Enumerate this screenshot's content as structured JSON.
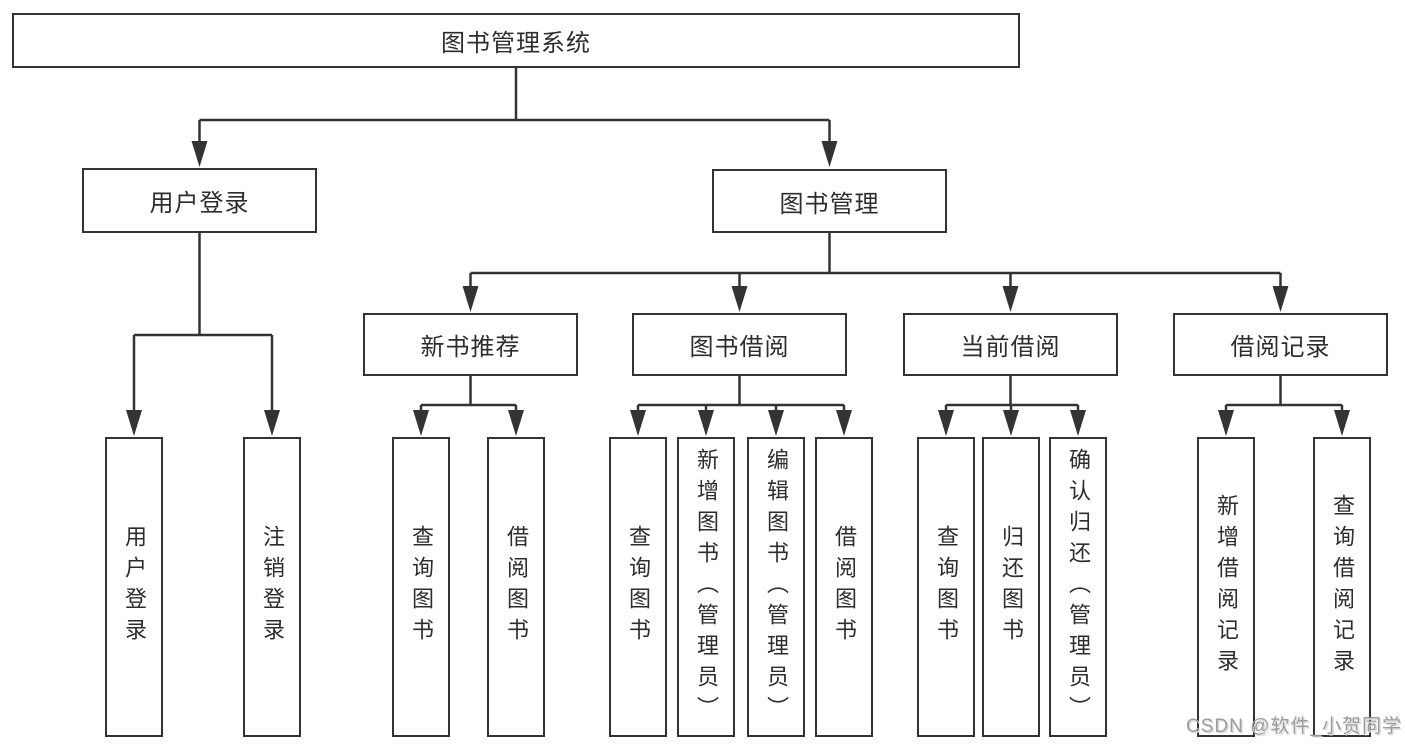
{
  "tree": {
    "root": {
      "label": "图书管理系统"
    },
    "branches": [
      {
        "label": "用户登录",
        "children": [
          {
            "label": "用户登录"
          },
          {
            "label": "注销登录"
          }
        ]
      },
      {
        "label": "图书管理",
        "children": [
          {
            "label": "新书推荐",
            "children": [
              {
                "label": "查询图书"
              },
              {
                "label": "借阅图书"
              }
            ]
          },
          {
            "label": "图书借阅",
            "children": [
              {
                "label": "查询图书"
              },
              {
                "label": "新增图书（管理员）"
              },
              {
                "label": "编辑图书（管理员）"
              },
              {
                "label": "借阅图书"
              }
            ]
          },
          {
            "label": "当前借阅",
            "children": [
              {
                "label": "查询图书"
              },
              {
                "label": "归还图书"
              },
              {
                "label": "确认归还（管理员）"
              }
            ]
          },
          {
            "label": "借阅记录",
            "children": [
              {
                "label": "新增借阅记录"
              },
              {
                "label": "查询借阅记录"
              }
            ]
          }
        ]
      }
    ]
  },
  "watermark": {
    "text": "CSDN @软件_小贺同学"
  },
  "colors": {
    "line": "#333333",
    "text": "#2d2d2d",
    "background": "#ffffff",
    "watermark": "#9c9c9c"
  }
}
